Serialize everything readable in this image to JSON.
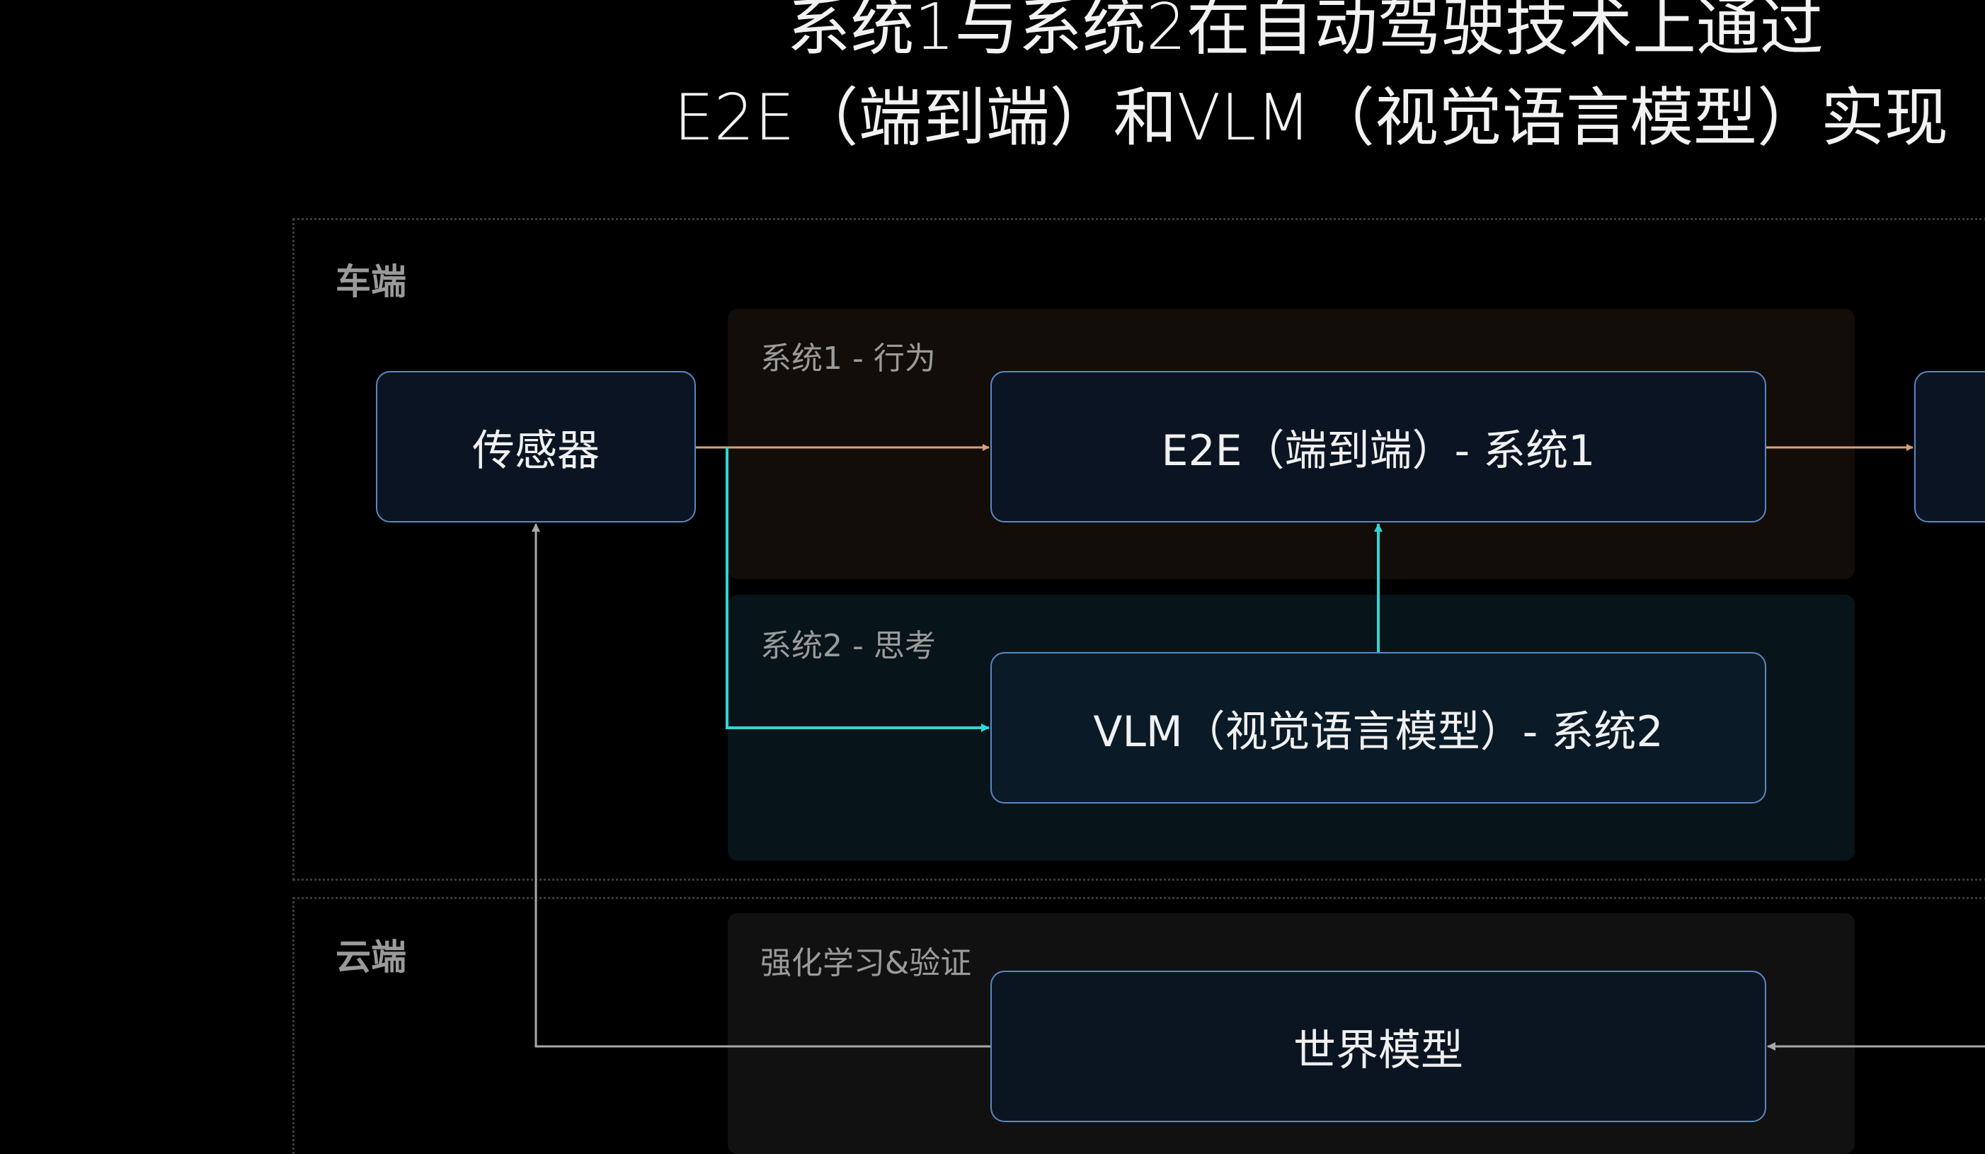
{
  "title": {
    "line1": "系统1与系统2在自动驾驶技术上通过",
    "line2": "E2E（端到端）和VLM（视觉语言模型）实现"
  },
  "regions": {
    "car": "车端",
    "cloud": "云端"
  },
  "panels": {
    "system1": "系统1 - 行为",
    "system2": "系统2 - 思考",
    "rl": "强化学习&验证"
  },
  "nodes": {
    "sensor": "传感器",
    "e2e": "E2E（端到端）- 系统1",
    "vlm": "VLM（视觉语言模型）- 系统2",
    "world_model": "世界模型",
    "output": ""
  },
  "colors": {
    "behavior_arrow": "#d9a27a",
    "thinking_arrow": "#2fd6d6",
    "feedback_arrow": "#a8a8a8",
    "box_border": "#5a88c2"
  }
}
